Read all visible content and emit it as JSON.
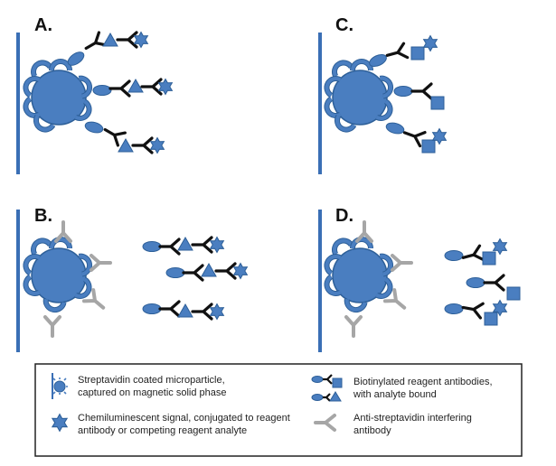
{
  "panels": {
    "a": "A.",
    "b": "B.",
    "c": "C.",
    "d": "D."
  },
  "legend": {
    "microparticle": [
      "Streptavidin coated microparticle,",
      "captured on magnetic solid phase"
    ],
    "signal": [
      "Chemiluminescent  signal, conjugated to reagent",
      "antibody or competing reagent analyte"
    ],
    "biotinylated": [
      "Biotinylated reagent antibodies,",
      "with analyte bound"
    ],
    "interfering": [
      "Anti-streptavidin interfering",
      "antibody"
    ]
  },
  "colors": {
    "blue_fill": "#4a7ec0",
    "blue_stroke": "#2d5f98",
    "black": "#111111",
    "grey": "#a6a6a6",
    "bar": "#3a6fb5"
  }
}
